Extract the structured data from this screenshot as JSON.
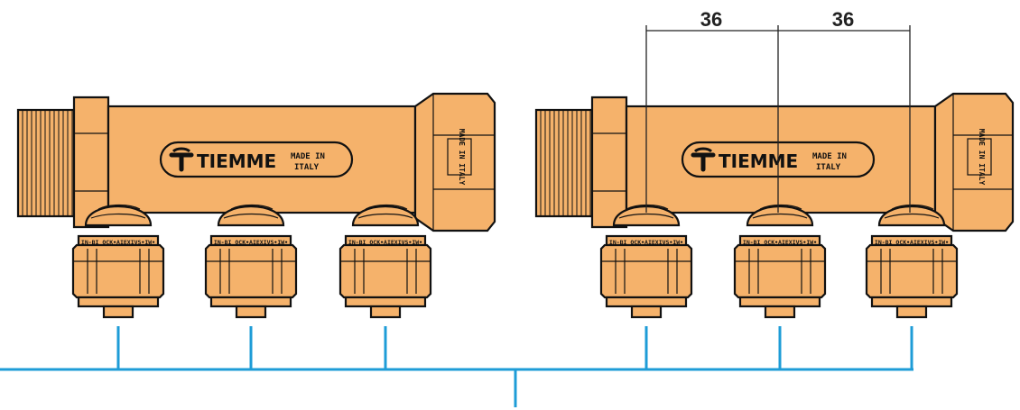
{
  "brand": {
    "name": "TIEMME",
    "made_in_line1": "MADE IN",
    "made_in_line2": "ITALY",
    "side_label": "MADE IN ITALY"
  },
  "fitting_ring_text": "IN-BI OCK•AIEXIVS•IW•",
  "dimensions": {
    "spacing_1": "36",
    "spacing_2": "36"
  },
  "colors": {
    "brass": "#F5B26B",
    "brass_shadow": "#E9A055",
    "outline": "#111111",
    "connector": "#1E9CD7",
    "dimension": "#222222"
  },
  "icons": {
    "logo": "tiemme-t-logo-icon"
  }
}
